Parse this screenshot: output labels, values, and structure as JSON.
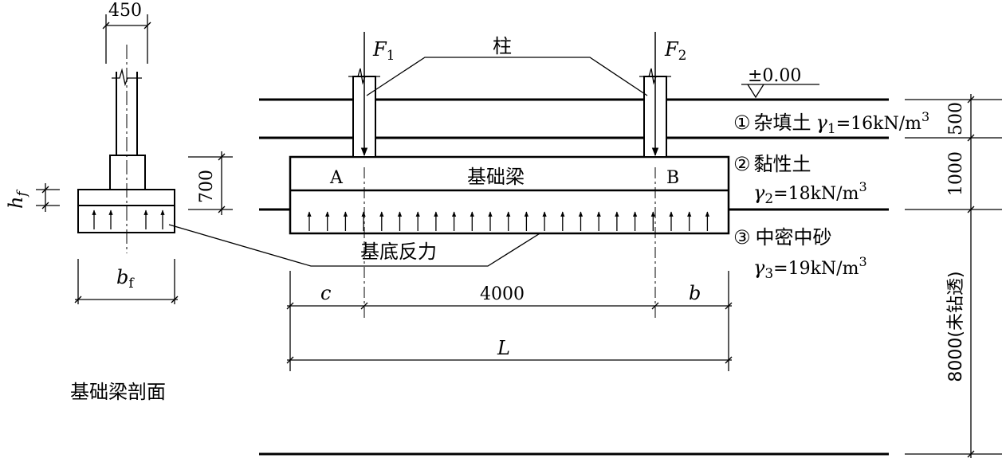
{
  "section": {
    "width_label": "450",
    "hf_label": "h",
    "hf_sub": "f",
    "bf_label": "b",
    "bf_sub": "f",
    "caption": "基础梁剖面"
  },
  "elevation": {
    "F1": "F",
    "F1_sub": "1",
    "F2": "F",
    "F2_sub": "2",
    "column_label": "柱",
    "datum_label": "±0.00",
    "A_label": "A",
    "B_label": "B",
    "beam_label": "基础梁",
    "reaction_label": "基底反力",
    "height_label": "700",
    "c_label": "c",
    "span_label": "4000",
    "b_label": "b",
    "L_label": "L"
  },
  "layers": [
    {
      "num": "①",
      "name": "杂填土",
      "gamma": "γ",
      "sub": "1",
      "value": "=16kN/m",
      "sup": "3",
      "thickness": "500"
    },
    {
      "num": "②",
      "name": "黏性土",
      "gamma": "γ",
      "sub": "2",
      "value": "=18kN/m",
      "sup": "3",
      "thickness": "1000"
    },
    {
      "num": "③",
      "name": "中密中砂",
      "gamma": "γ",
      "sub": "3",
      "value": "=19kN/m",
      "sup": "3",
      "thickness": "8000(未钻透)"
    }
  ]
}
